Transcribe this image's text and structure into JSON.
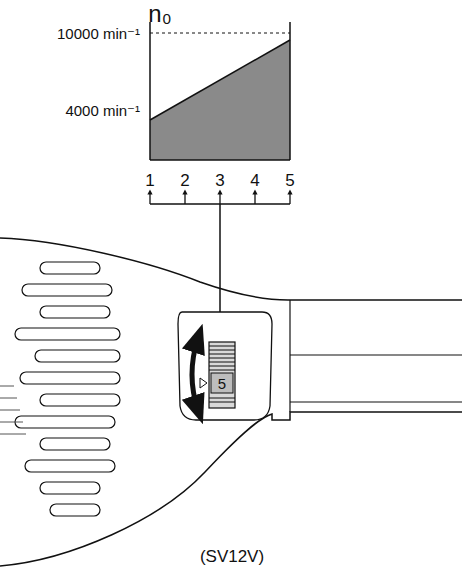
{
  "diagram": {
    "labels": [
      "n₀",
      "10000 min⁻¹",
      "4000 min⁻¹",
      "1",
      "2",
      "3",
      "4",
      "5",
      "5",
      "(SV12V)"
    ]
  }
}
